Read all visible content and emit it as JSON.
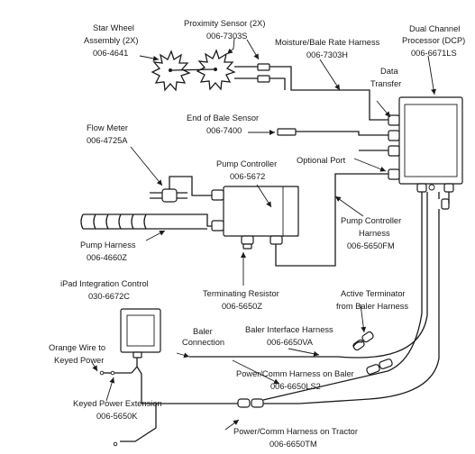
{
  "labels": {
    "star_wheel_1": "Star Wheel",
    "star_wheel_2": "Assembly (2X)",
    "star_wheel_pn": "006-4641",
    "prox_1": "Proximity Sensor (2X)",
    "prox_pn": "006-7303S",
    "moisture_1": "Moisture/Bale Rate Harness",
    "moisture_pn": "006-7303H",
    "dcp_1": "Dual Channel",
    "dcp_2": "Processor (DCP)",
    "dcp_pn": "006-6671LS",
    "data_1": "Data",
    "data_2": "Transfer",
    "flow_1": "Flow Meter",
    "flow_pn": "006-4725A",
    "eob_1": "End of Bale Sensor",
    "eob_pn": "006-7400",
    "optional_port": "Optional Port",
    "pump_ctrl_1": "Pump Controller",
    "pump_ctrl_pn": "006-5672",
    "pch_1": "Pump Controller",
    "pch_2": "Harness",
    "pch_pn": "006-5650FM",
    "pump_harness_1": "Pump Harness",
    "pump_harness_pn": "006-4660Z",
    "ipad_1": "iPad Integration Control",
    "ipad_pn": "030-6672C",
    "term_res_1": "Terminating Resistor",
    "term_res_pn": "006-5650Z",
    "active_term_1": "Active Terminator",
    "active_term_2": "from Baler Harness",
    "baler_conn_1": "Baler",
    "baler_conn_2": "Connection",
    "bih_1": "Baler Interface Harness",
    "bih_pn": "006-6650VA",
    "orange_1": "Orange Wire to",
    "orange_2": "Keyed Power",
    "pcb_1": "Power/Comm Harness on Baler",
    "pcb_pn": "006-6650LS2",
    "kpe_1": "Keyed Power Extension",
    "kpe_pn": "006-5650K",
    "pct_1": "Power/Comm Harness on Tractor",
    "pct_pn": "006-6650TM"
  }
}
